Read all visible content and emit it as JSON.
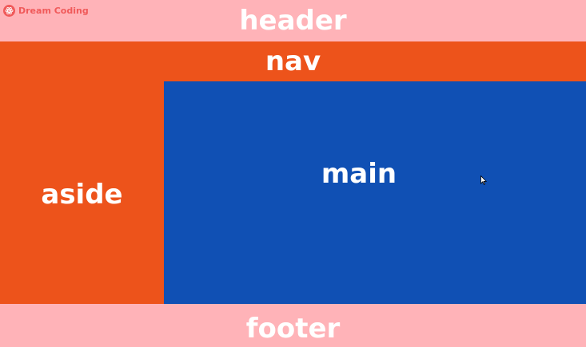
{
  "colors": {
    "header_bg": "#ffb3b8",
    "nav_bg": "#ed531b",
    "aside_bg": "#ed531b",
    "main_bg": "#1050b4",
    "footer_bg": "#ffb3b8",
    "brand_color": "#f05a5a"
  },
  "brand": {
    "name": "Dream Coding",
    "icon": "atom-logo-icon"
  },
  "header": {
    "label": "header"
  },
  "nav": {
    "label": "nav"
  },
  "aside": {
    "label": "aside"
  },
  "main": {
    "label": "main"
  },
  "footer": {
    "label": "footer"
  }
}
